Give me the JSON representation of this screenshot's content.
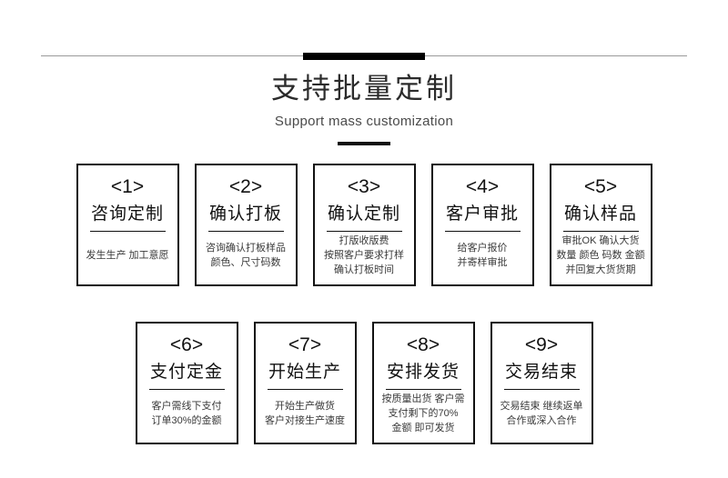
{
  "header": {
    "title": "支持批量定制",
    "subtitle": "Support mass customization"
  },
  "steps": {
    "row1": [
      {
        "number": "<1>",
        "title": "咨询定制",
        "lines": [
          "发生生产 加工意愿"
        ]
      },
      {
        "number": "<2>",
        "title": "确认打板",
        "lines": [
          "咨询确认打板样品",
          "颜色、尺寸码数"
        ]
      },
      {
        "number": "<3>",
        "title": "确认定制",
        "lines": [
          "打版收版费",
          "按照客户要求打样",
          "确认打板时间"
        ]
      },
      {
        "number": "<4>",
        "title": "客户审批",
        "lines": [
          "给客户报价",
          "并寄样审批"
        ]
      },
      {
        "number": "<5>",
        "title": "确认样品",
        "lines": [
          "审批OK 确认大货",
          "数量 颜色 码数 金额",
          "并回复大货货期"
        ]
      }
    ],
    "row2": [
      {
        "number": "<6>",
        "title": "支付定金",
        "lines": [
          "客户需线下支付",
          "订单30%的金额"
        ]
      },
      {
        "number": "<7>",
        "title": "开始生产",
        "lines": [
          "开始生产做货",
          "客户对接生产速度"
        ]
      },
      {
        "number": "<8>",
        "title": "安排发货",
        "lines": [
          "按质量出货 客户需",
          "支付剩下的70%",
          "金额 即可发货"
        ]
      },
      {
        "number": "<9>",
        "title": "交易结束",
        "lines": [
          "交易结束 继续返单",
          "合作或深入合作"
        ]
      }
    ]
  },
  "colors": {
    "accent": "#111111",
    "rule": "#9a9a9a",
    "text": "#1a1a1a",
    "desc": "#3a3a3a",
    "background": "#ffffff"
  }
}
